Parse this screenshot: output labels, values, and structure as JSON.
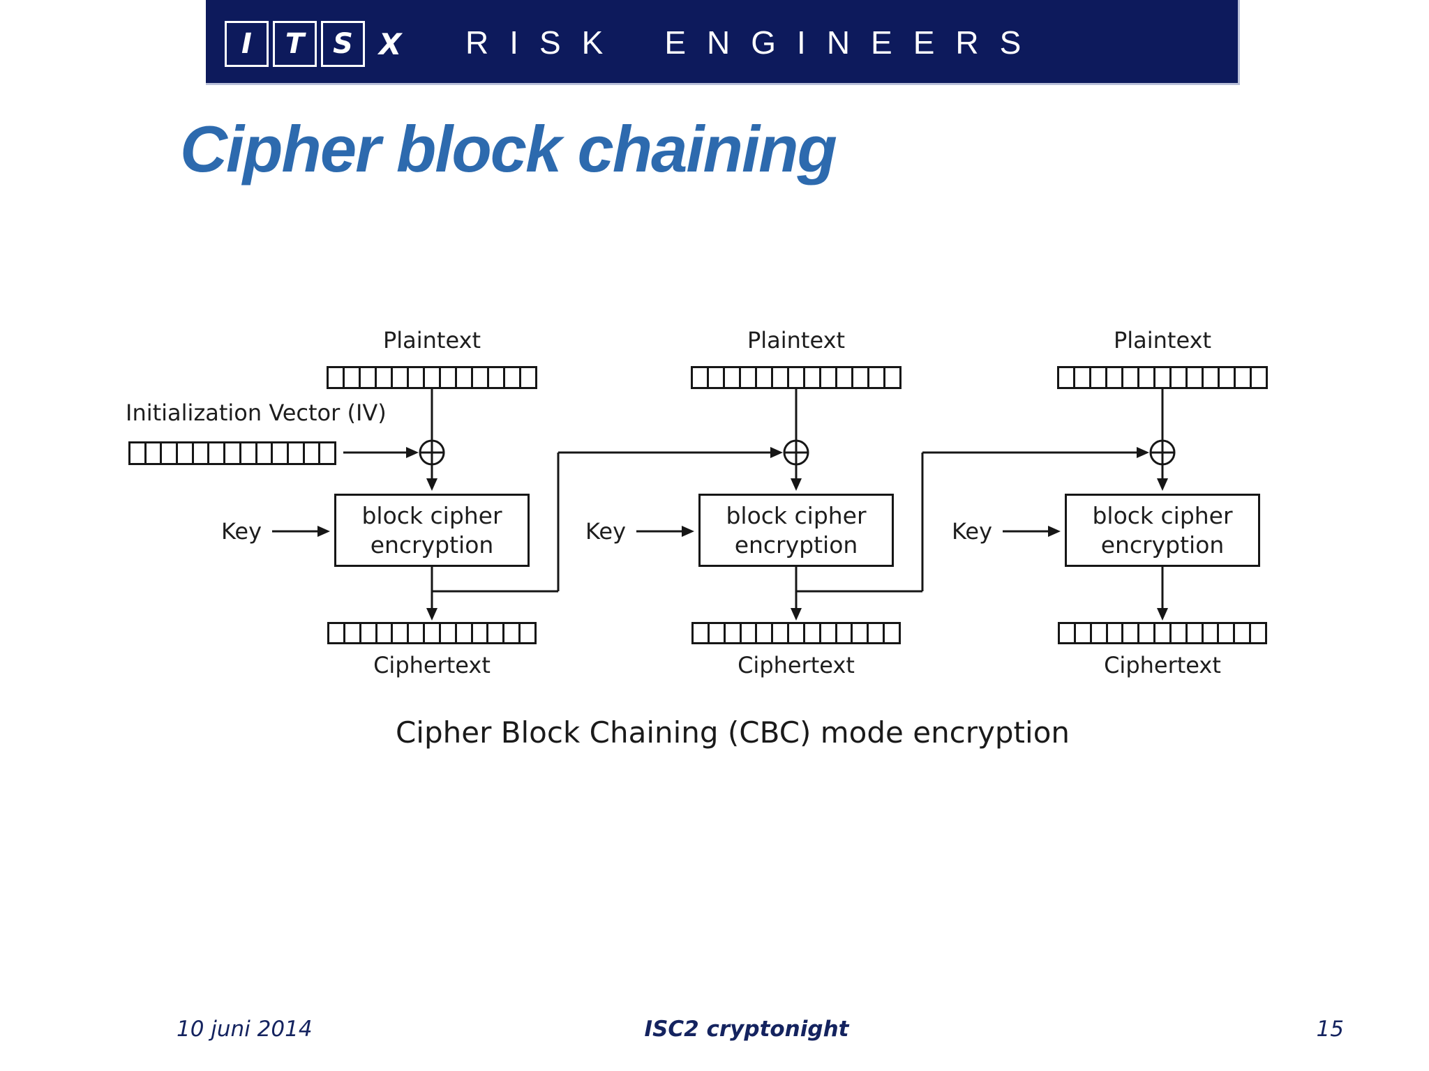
{
  "header": {
    "logo_boxed_letters": [
      "I",
      "T",
      "S"
    ],
    "logo_x": "X",
    "company": [
      "RISK",
      "ENGINEERS"
    ]
  },
  "title": "Cipher block chaining",
  "diagram": {
    "iv_label": "Initialization Vector (IV)",
    "bits_per_block": 13,
    "columns": [
      {
        "plaintext": "Plaintext",
        "key": "Key",
        "box": [
          "block cipher",
          "encryption"
        ],
        "ciphertext": "Ciphertext"
      },
      {
        "plaintext": "Plaintext",
        "key": "Key",
        "box": [
          "block cipher",
          "encryption"
        ],
        "ciphertext": "Ciphertext"
      },
      {
        "plaintext": "Plaintext",
        "key": "Key",
        "box": [
          "block cipher",
          "encryption"
        ],
        "ciphertext": "Ciphertext"
      }
    ],
    "caption": "Cipher Block Chaining (CBC) mode encryption"
  },
  "footer": {
    "date": "10 juni 2014",
    "event": "ISC2 cryptonight",
    "page": "15"
  },
  "colors": {
    "banner": "#0d1a5c",
    "title": "#2d6aae",
    "stroke": "#161616",
    "footer": "#14235f"
  }
}
